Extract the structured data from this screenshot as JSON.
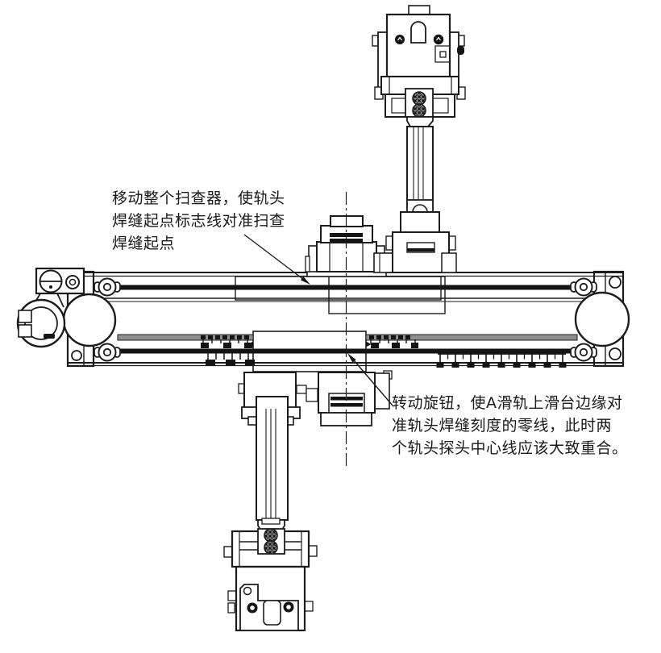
{
  "annotations": {
    "left": {
      "lines": [
        "移动整个扫查器，使轨头",
        "焊缝起点标志线对准扫查",
        "焊缝起点"
      ]
    },
    "right": {
      "lines": [
        "转动旋钮，使A滑轨上滑台边缘对",
        "准轨头焊缝刻度的零线，此时两",
        "个轨头探头中心线应该大致重合。"
      ]
    }
  },
  "colors": {
    "background": "#ffffff",
    "line": "#1c1c1c",
    "rod": "#141414",
    "scale_band": "#8e8e8e",
    "text": "#1a1a1a"
  }
}
